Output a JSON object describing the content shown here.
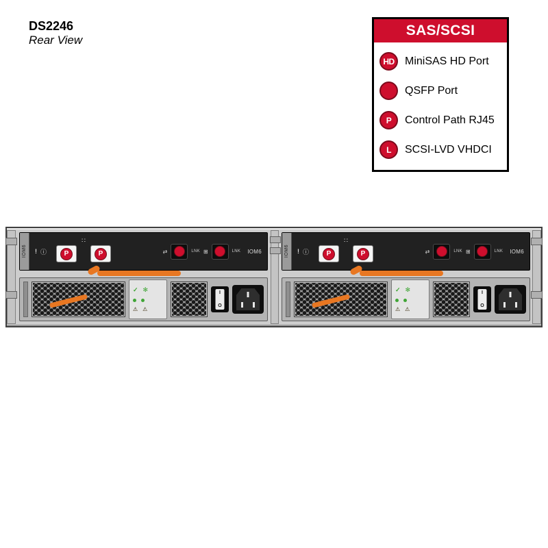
{
  "header": {
    "model": "DS2246",
    "view": "Rear View"
  },
  "colors": {
    "red": "#CE0E2D",
    "orange": "#E87722",
    "green": "#3FA535"
  },
  "legend": {
    "title": "SAS/SCSI",
    "items": [
      {
        "icon": "minisas-hd-port",
        "badge": "HD",
        "label": "MiniSAS HD Port"
      },
      {
        "icon": "qsfp-port",
        "badge": "",
        "label": "QSFP Port"
      },
      {
        "icon": "control-path-rj45",
        "badge": "P",
        "label": "Control Path RJ45"
      },
      {
        "icon": "scsi-lvd-vhdci",
        "badge": "L",
        "label": "SCSI-LVD VHDCI"
      }
    ]
  },
  "chassis": {
    "modules": [
      {
        "iom_side": "IOM6",
        "iom_name": "IOM6",
        "port_badge": "P",
        "lnk": "LNK",
        "switch_on": "I",
        "switch_off": "O"
      },
      {
        "iom_side": "IOM6",
        "iom_name": "IOM6",
        "port_badge": "P",
        "lnk": "LNK",
        "switch_on": "I",
        "switch_off": "O"
      }
    ]
  }
}
